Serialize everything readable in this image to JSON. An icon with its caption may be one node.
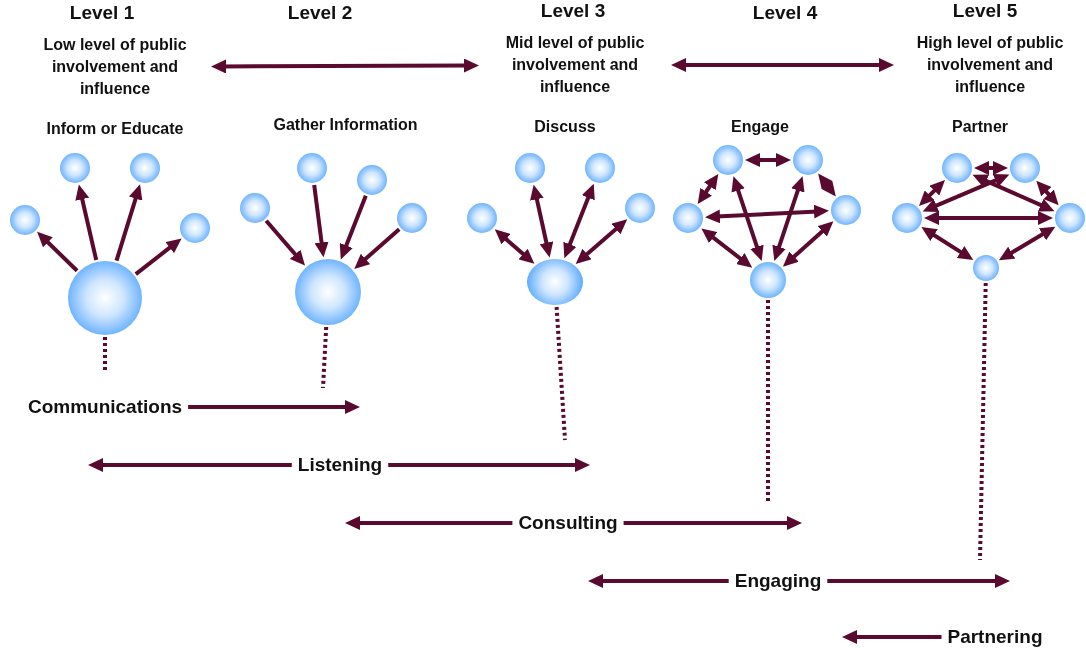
{
  "diagram": {
    "nodes": [
      {
        "text": [
          "Low level of public involvement and influence"
        ]
      },
      {
        "text": [
          "Mid level of public involvement and influence"
        ]
      },
      {
        "text": [
          "High level of public involvement and influence"
        ]
      },
      {
        "text": [],
        "shape": "circle"
      },
      {
        "text": [],
        "shape": "circle"
      },
      {
        "text": [],
        "shape": "circle"
      },
      {
        "text": [],
        "shape": "circle"
      },
      {
        "text": [],
        "shape": "circle"
      },
      {
        "text": [],
        "shape": "circle"
      },
      {
        "text": [],
        "shape": "circle"
      },
      {
        "text": [],
        "shape": "circle"
      },
      {
        "text": [],
        "shape": "circle"
      },
      {
        "text": [],
        "shape": "circle"
      },
      {
        "text": [],
        "shape": "circle"
      },
      {
        "text": [],
        "shape": "circle"
      },
      {
        "text": [],
        "shape": "circle"
      },
      {
        "text": [],
        "shape": "circle"
      },
      {
        "text": [],
        "shape": "circle"
      },
      {
        "text": [],
        "shape": "circle"
      },
      {
        "text": [],
        "shape": "circle"
      },
      {
        "text": [],
        "shape": "circle"
      },
      {
        "text": [],
        "shape": "circle"
      },
      {
        "text": [],
        "shape": "circle"
      },
      {
        "text": [],
        "shape": "circle"
      },
      {
        "text": [],
        "shape": "circle"
      },
      {
        "text": [],
        "shape": "circle"
      },
      {
        "text": [],
        "shape": "circle"
      },
      {
        "text": [],
        "shape": "circle"
      },
      {
        "text": [
          "Communications"
        ]
      },
      {
        "text": [
          "Listening"
        ]
      },
      {
        "text": [
          "Consulting"
        ]
      },
      {
        "text": [
          "Engaging"
        ]
      },
      {
        "text": [
          "Partnering"
        ]
      }
    ],
    "edges": [
      {
        "from": 0,
        "to": 1,
        "arrow": "both"
      },
      {
        "from": 1,
        "to": 2,
        "arrow": "both"
      },
      {
        "from": 7,
        "to": 3,
        "arrow": "to"
      },
      {
        "from": 7,
        "to": 4,
        "arrow": "to"
      },
      {
        "from": 7,
        "to": 5,
        "arrow": "to"
      },
      {
        "from": 7,
        "to": 6,
        "arrow": "to"
      },
      {
        "from": 8,
        "to": 12,
        "arrow": "to"
      },
      {
        "from": 9,
        "to": 12,
        "arrow": "to"
      },
      {
        "from": 10,
        "to": 12,
        "arrow": "to"
      },
      {
        "from": 11,
        "to": 12,
        "arrow": "to"
      },
      {
        "from": 17,
        "to": 13,
        "arrow": "both"
      },
      {
        "from": 17,
        "to": 14,
        "arrow": "both"
      },
      {
        "from": 17,
        "to": 15,
        "arrow": "both"
      },
      {
        "from": 17,
        "to": 16,
        "arrow": "both"
      },
      {
        "from": 19,
        "to": 20,
        "arrow": "both"
      },
      {
        "from": 19,
        "to": 18,
        "arrow": "both"
      },
      {
        "from": 20,
        "to": 21,
        "arrow": "both"
      },
      {
        "from": 18,
        "to": 21,
        "arrow": "both"
      },
      {
        "from": 19,
        "to": 22,
        "arrow": "both"
      },
      {
        "from": 20,
        "to": 22,
        "arrow": "both"
      },
      {
        "from": 18,
        "to": 22,
        "arrow": "both"
      },
      {
        "from": 21,
        "to": 22,
        "arrow": "both"
      },
      {
        "from": 24,
        "to": 25,
        "arrow": "both"
      },
      {
        "from": 24,
        "to": 23,
        "arrow": "both"
      },
      {
        "from": 25,
        "to": 26,
        "arrow": "both"
      },
      {
        "from": 23,
        "to": 26,
        "arrow": "both"
      },
      {
        "from": 24,
        "to": 26,
        "arrow": "both"
      },
      {
        "from": 25,
        "to": 23,
        "arrow": "both"
      },
      {
        "from": 23,
        "to": 27,
        "arrow": "both"
      },
      {
        "from": 26,
        "to": 27,
        "arrow": "both"
      },
      {
        "from": 7,
        "to": null,
        "arrow": "none",
        "style": "dashed"
      },
      {
        "from": 12,
        "to": null,
        "arrow": "none",
        "style": "dashed"
      },
      {
        "from": 17,
        "to": null,
        "arrow": "none",
        "style": "dashed"
      },
      {
        "from": 22,
        "to": null,
        "arrow": "none",
        "style": "dashed"
      },
      {
        "from": 27,
        "to": null,
        "arrow": "none",
        "style": "dashed"
      },
      {
        "from": 28,
        "to": null,
        "arrow": "to"
      },
      {
        "from": 29,
        "to": null,
        "arrow": "to"
      },
      {
        "from": 29,
        "to": null,
        "arrow": "to"
      },
      {
        "from": 30,
        "to": null,
        "arrow": "to"
      },
      {
        "from": 30,
        "to": null,
        "arrow": "to"
      },
      {
        "from": 31,
        "to": null,
        "arrow": "to"
      },
      {
        "from": 31,
        "to": null,
        "arrow": "to"
      },
      {
        "from": 32,
        "to": null,
        "arrow": "to"
      }
    ],
    "labels": [
      "Level 1",
      "Level 2",
      "Level 3",
      "Level 4",
      "Level 5",
      "Inform or Educate",
      "Gather Information",
      "Discuss",
      "Engage",
      "Partner"
    ]
  }
}
